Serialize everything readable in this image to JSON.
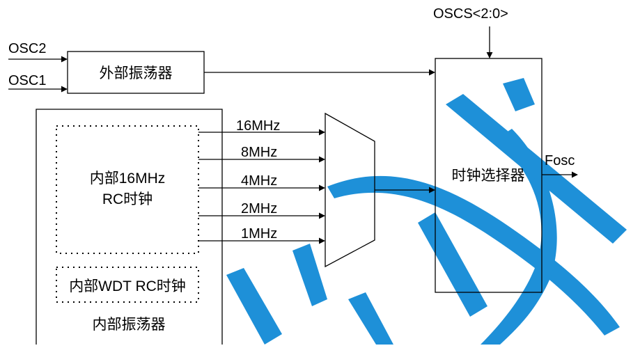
{
  "diagram": {
    "inputs": {
      "osc2": "OSC2",
      "osc1": "OSC1"
    },
    "external_osc_label": "外部振荡器",
    "select_signal": "OSCS<2:0>",
    "internal_16mhz": {
      "line1": "内部16MHz",
      "line2": "RC时钟"
    },
    "frequencies": [
      "16MHz",
      "8MHz",
      "4MHz",
      "2MHz",
      "1MHz"
    ],
    "wdt_label": "内部WDT RC时钟",
    "internal_osc_label": "内部振荡器",
    "selector_label": "时钟选择器",
    "output_label": "Fosc"
  },
  "colors": {
    "watermark": "#1e90d8",
    "line": "#000000"
  }
}
